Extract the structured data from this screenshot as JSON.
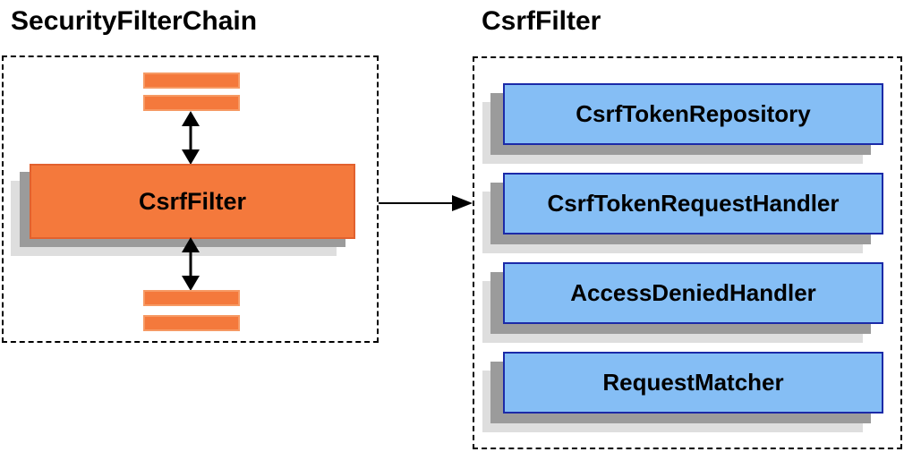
{
  "left_panel": {
    "title": "SecurityFilterChain",
    "csrf_filter_label": "CsrfFilter"
  },
  "right_panel": {
    "title": "CsrfFilter",
    "components": [
      {
        "label": "CsrfTokenRepository"
      },
      {
        "label": "CsrfTokenRequestHandler"
      },
      {
        "label": "AccessDeniedHandler"
      },
      {
        "label": "RequestMatcher"
      }
    ]
  },
  "colors": {
    "orange_fill": "#f4793c",
    "orange_border": "#e2612e",
    "bar_border": "#f69a64",
    "blue_fill": "#85bef5",
    "blue_border": "#1b2aa8",
    "shadow_dark": "#9b9b9b",
    "shadow_light": "#dedede",
    "arrow": "#000000"
  }
}
